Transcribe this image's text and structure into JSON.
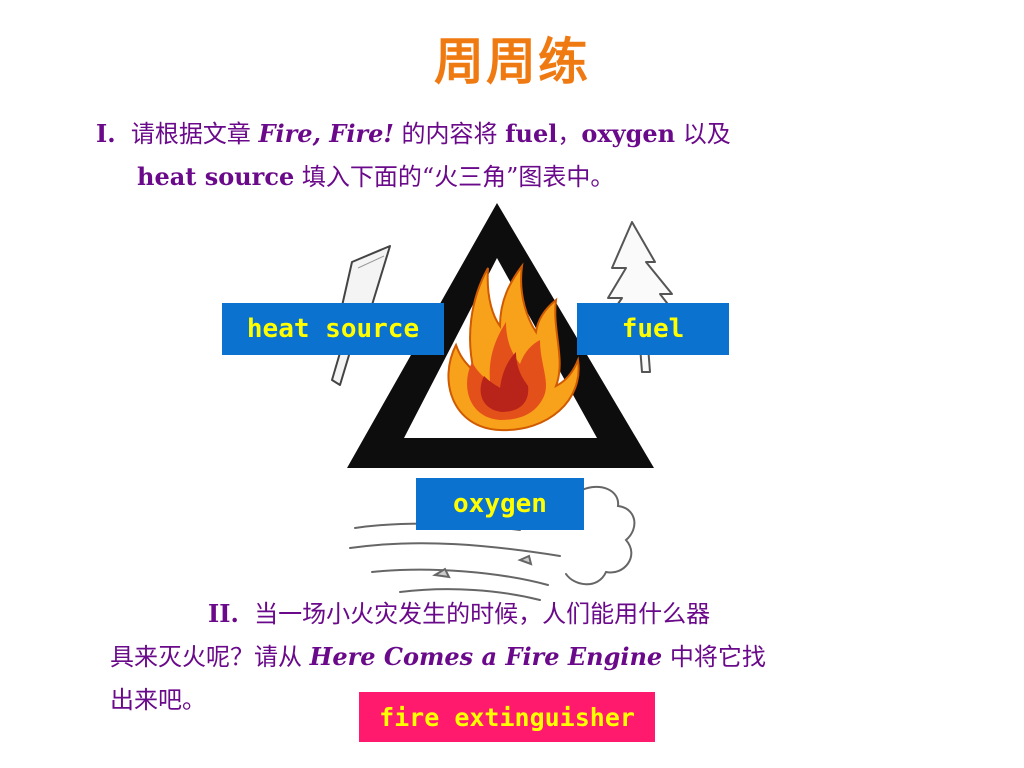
{
  "title": "周周练",
  "q1": {
    "num": "I.",
    "t1": "请根据文章",
    "book": "Fire, Fire!",
    "t2": "的内容将",
    "w1": "fuel",
    "sep": "，",
    "w2": "oxygen",
    "t3": "以及",
    "w3": "heat source",
    "t4": "填入下面的“火三角”图表中。"
  },
  "labels": {
    "heat": "heat source",
    "fuel": "fuel",
    "oxygen": "oxygen",
    "extinguisher": "fire extinguisher"
  },
  "q2": {
    "num": "II.",
    "t1": "当一场小火灾发生的时候，人们能用什么器",
    "t2": "具来灭火呢？请从",
    "book": "Here Comes a Fire Engine",
    "t3": "中将它找",
    "t4": "出来吧。"
  },
  "colors": {
    "title": "#f07a12",
    "text": "#6a0a8a",
    "label_bg": "#0b72cf",
    "label_text": "#ffff00",
    "answer_bg": "#ff1a6e"
  }
}
